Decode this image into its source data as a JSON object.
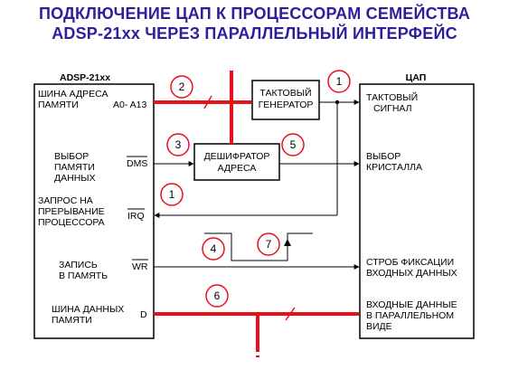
{
  "title": {
    "line1": "ПОДКЛЮЧЕНИЕ ЦАП К ПРОЦЕССОРАМ СЕМЕЙСТВА",
    "line2": "ADSP-21xx ЧЕРЕЗ ПАРАЛЛЕЛЬНЫЙ ИНТЕРФЕЙС"
  },
  "processor": {
    "name": "ADSP-21xx",
    "addr_bus_l1": "ШИНА АДРЕСА",
    "addr_bus_l2": "ПАМЯТИ",
    "addr_pins": "A0- A13",
    "dm_select_l1": "ВЫБОР",
    "dm_select_l2": "ПАМЯТИ",
    "dm_select_l3": "ДАННЫХ",
    "dms_pin": "DMS",
    "irq_l1": "ЗАПРОС НА",
    "irq_l2": "ПРЕРЫВАНИЕ",
    "irq_l3": "ПРОЦЕССОРА",
    "irq_pin": "IRQ",
    "write_l1": "ЗАПИСЬ",
    "write_l2": "В ПАМЯТЬ",
    "wr_pin": "WR",
    "data_bus_l1": "ШИНА ДАННЫХ",
    "data_bus_l2": "ПАМЯТИ",
    "data_pin": "D"
  },
  "clock": {
    "l1": "ТАКТОВЫЙ",
    "l2": "ГЕНЕРАТОР"
  },
  "decoder": {
    "l1": "ДЕШИФРАТОР",
    "l2": "АДРЕСА"
  },
  "dac": {
    "name": "ЦАП",
    "clock_l1": "ТАКТОВЫЙ",
    "clock_l2": "СИГНАЛ",
    "chip_l1": "ВЫБОР",
    "chip_l2": "КРИСТАЛЛА",
    "strobe_l1": "СТРОБ ФИКСАЦИИ",
    "strobe_l2": "ВХОДНЫХ ДАННЫХ",
    "data_l1": "ВХОДНЫЕ ДАННЫЕ",
    "data_l2": "В ПАРАЛЛЕЛЬНОМ",
    "data_l3": "ВИДЕ"
  },
  "markers": {
    "m1a": "1",
    "m1b": "1",
    "m2": "2",
    "m3": "3",
    "m4": "4",
    "m5": "5",
    "m6": "6",
    "m7": "7"
  },
  "colors": {
    "title": "#2b1f9c",
    "bus": "#e8101a",
    "marker": "#e8101a",
    "line": "#000000"
  }
}
